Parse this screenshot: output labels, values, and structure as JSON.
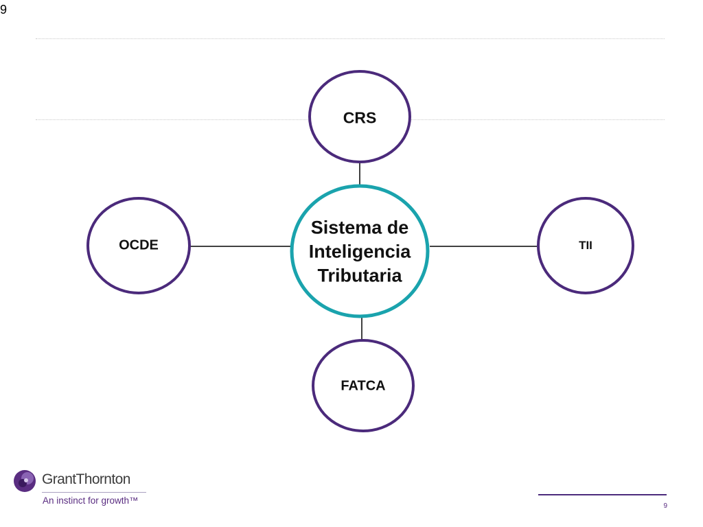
{
  "slide": {
    "corner_number": "9",
    "page_number": "9"
  },
  "diagram": {
    "center": {
      "lines": [
        "Sistema de",
        "Inteligencia",
        "Tributaria"
      ]
    },
    "nodes": {
      "top": "CRS",
      "left": "OCDE",
      "right": "TII",
      "bottom": "FATCA"
    }
  },
  "colors": {
    "node_border": "#4b2a7b",
    "center_border": "#1aa3ad",
    "connector": "#000000"
  },
  "logo": {
    "name": "GrantThornton",
    "tagline": "An instinct for growth™"
  }
}
